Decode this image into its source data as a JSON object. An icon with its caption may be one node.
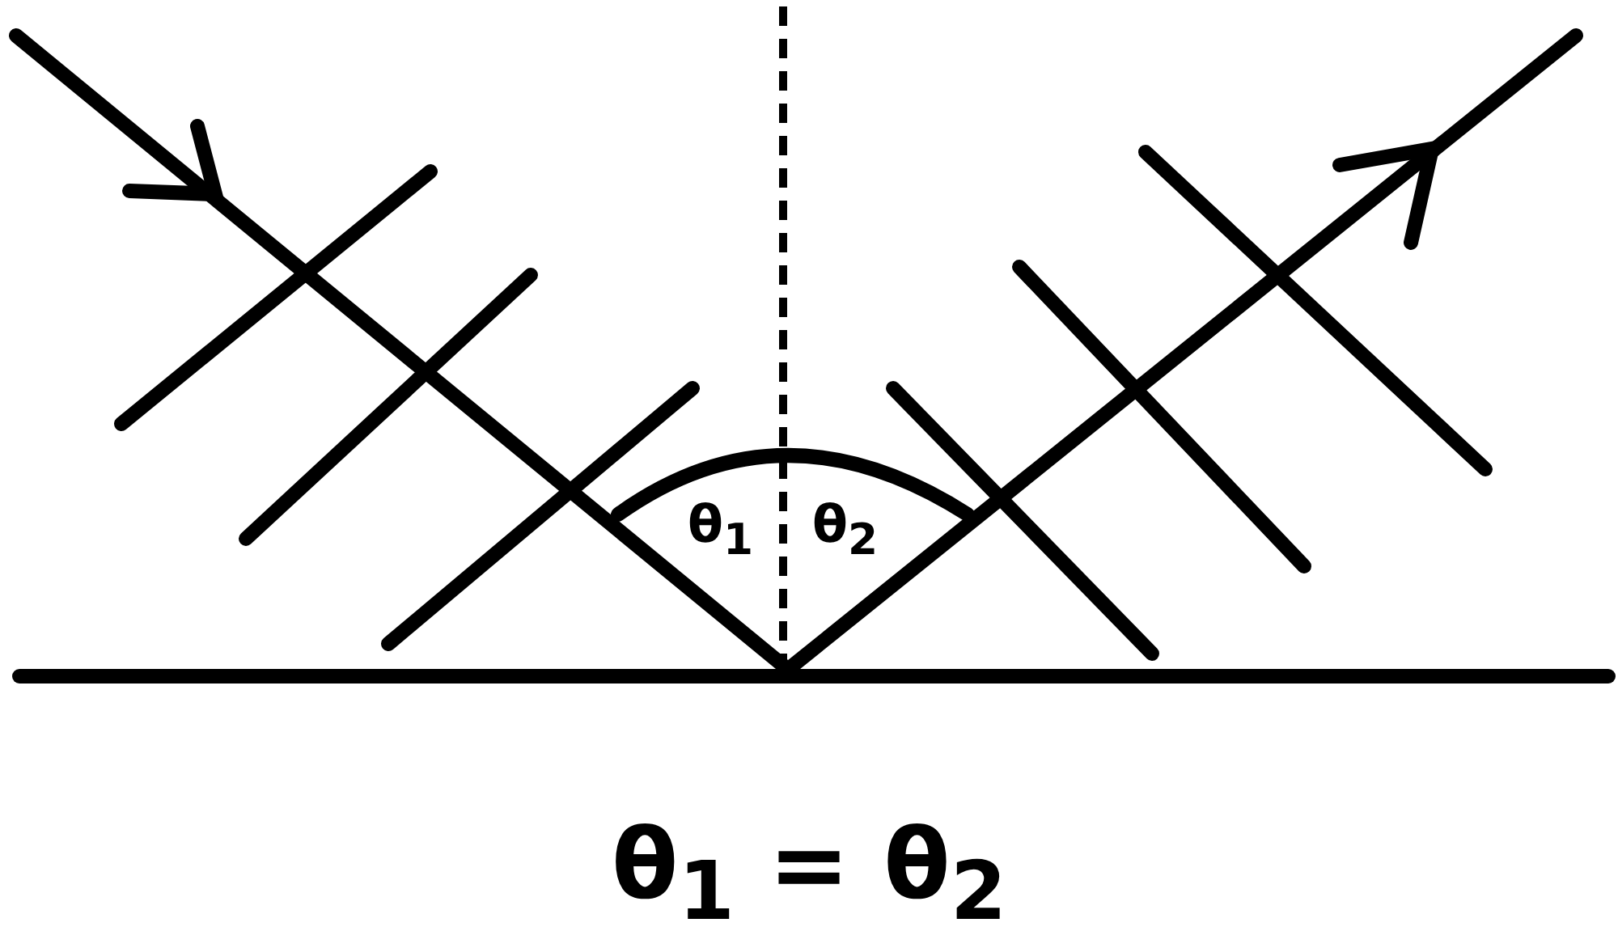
{
  "diagram": {
    "labels": [
      "θ$_{1}$",
      "θ$_{2}$",
      "θ$_{1}$ = θ$_{2}$"
    ]
  }
}
